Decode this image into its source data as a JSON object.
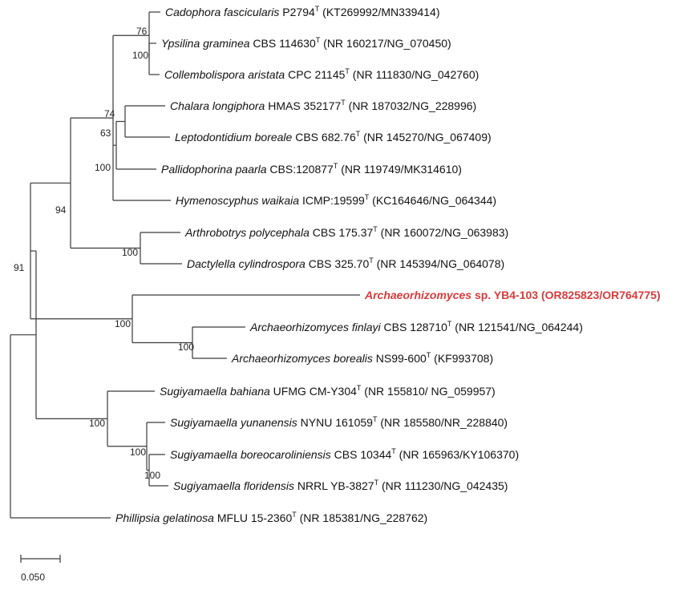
{
  "tree": {
    "highlight_color": "#d93b3b",
    "branch_color": "#3a3a3a",
    "taxa": [
      {
        "id": "t1",
        "genus": "Cadophora fascicularis",
        "strain": "P2794",
        "type_strain": true,
        "accessions": "(KT269992/MN339414)"
      },
      {
        "id": "t2",
        "genus": "Ypsilina graminea",
        "strain": "CBS 114630",
        "type_strain": true,
        "accessions": "(NR 160217/NG_070450)"
      },
      {
        "id": "t3",
        "genus": "Collembolispora aristata",
        "strain": "CPC 21145",
        "type_strain": true,
        "accessions": "(NR 111830/NG_042760)"
      },
      {
        "id": "t4",
        "genus": "Chalara longiphora",
        "strain": "HMAS 352177",
        "type_strain": true,
        "accessions": "(NR 187032/NG_228996)"
      },
      {
        "id": "t5",
        "genus": "Leptodontidium boreale",
        "strain": "CBS 682.76",
        "type_strain": true,
        "accessions": "(NR 145270/NG_067409)"
      },
      {
        "id": "t6",
        "genus": "Pallidophorina paarla",
        "strain": "CBS:120877",
        "type_strain": true,
        "accessions": "(NR 119749/MK314610)"
      },
      {
        "id": "t7",
        "genus": "Hymenoscyphus waikaia",
        "strain": "ICMP:19599",
        "type_strain": true,
        "accessions": "(KC164646/NG_064344)"
      },
      {
        "id": "t8",
        "genus": "Arthrobotrys polycephala",
        "strain": "CBS 175.37",
        "type_strain": true,
        "accessions": "(NR 160072/NG_063983)"
      },
      {
        "id": "t9",
        "genus": "Dactylella cylindrospora",
        "strain": "CBS 325.70",
        "type_strain": true,
        "accessions": "(NR 145394/NG_064078)"
      },
      {
        "id": "t10",
        "genus": "Archaeorhizomyces",
        "strain": "sp. YB4-103 (OR825823/OR764775)",
        "type_strain": false,
        "accessions": "",
        "highlight": true
      },
      {
        "id": "t11",
        "genus": "Archaeorhizomyces finlayi",
        "strain": "CBS 128710",
        "type_strain": true,
        "accessions": "(NR 121541/NG_064244)"
      },
      {
        "id": "t12",
        "genus": "Archaeorhizomyces borealis",
        "strain": "NS99-600",
        "type_strain": true,
        "accessions": "(KF993708)"
      },
      {
        "id": "t13",
        "genus": "Sugiyamaella bahiana",
        "strain": "UFMG CM-Y304",
        "type_strain": true,
        "accessions": "(NR 155810/ NG_059957)"
      },
      {
        "id": "t14",
        "genus": "Sugiyamaella yunanensis",
        "strain": "NYNU 161059",
        "type_strain": true,
        "accessions": "(NR 185580/NR_228840)"
      },
      {
        "id": "t15",
        "genus": "Sugiyamaella boreocaroliniensis",
        "strain": "CBS 10344",
        "type_strain": true,
        "accessions": "(NR 165963/KY106370)"
      },
      {
        "id": "t16",
        "genus": "Sugiyamaella floridensis",
        "strain": "NRRL YB-3827",
        "type_strain": true,
        "accessions": "(NR 111230/NG_042435)"
      },
      {
        "id": "t17",
        "genus": "Phillipsia gelatinosa",
        "strain": "MFLU 15-2360",
        "type_strain": true,
        "accessions": "(NR 185381/NG_228762)"
      }
    ],
    "bootstrap": [
      {
        "node": "n_ypsi_coll",
        "value": "76"
      },
      {
        "node": "n_cado_clade",
        "value": "100"
      },
      {
        "node": "n_chal_lept",
        "value": "74"
      },
      {
        "node": "n_chal_pall",
        "value": "63"
      },
      {
        "node": "n_helotiales",
        "value": "100"
      },
      {
        "node": "n_arth_dact",
        "value": "100"
      },
      {
        "node": "n_leotio_orbil",
        "value": "94"
      },
      {
        "node": "n_fin_bor",
        "value": "100"
      },
      {
        "node": "n_archaeo",
        "value": "100"
      },
      {
        "node": "n_main",
        "value": "91"
      },
      {
        "node": "n_sug_bor_flo",
        "value": "100"
      },
      {
        "node": "n_sug_yun",
        "value": "100"
      },
      {
        "node": "n_sugiyamaella",
        "value": "100"
      }
    ],
    "scale_bar": {
      "label": "0.050"
    }
  }
}
